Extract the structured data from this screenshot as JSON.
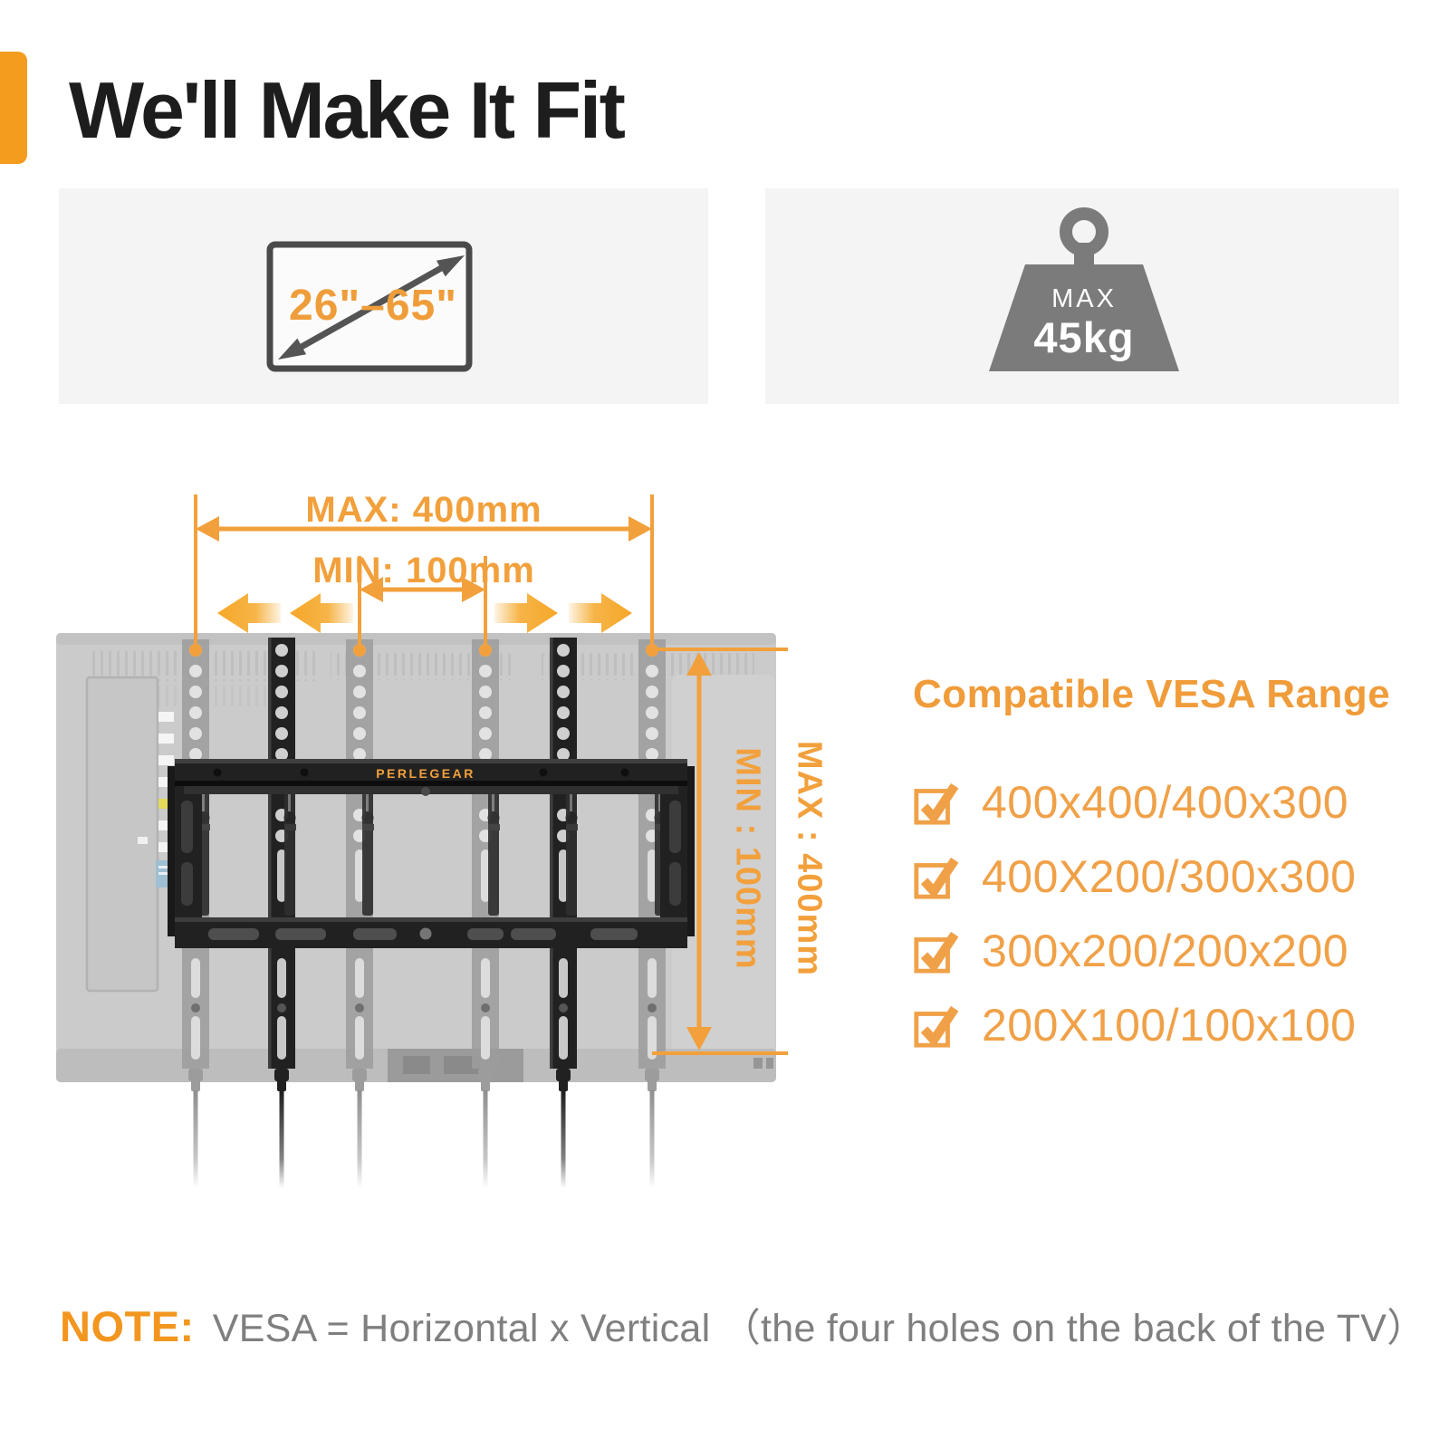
{
  "header": {
    "title": "We'll Make It Fit"
  },
  "screen_size_card": {
    "range_label": "26\"–65\""
  },
  "weight_card": {
    "max_label": "MAX",
    "weight_label": "45kg"
  },
  "diagram": {
    "brand": "PERLEGEAR",
    "horizontal_max": "MAX: 400mm",
    "horizontal_min": "MIN: 100mm",
    "vertical_min": "MIN : 100mm",
    "vertical_max": "MAX : 400mm"
  },
  "vesa": {
    "heading": "Compatible VESA Range",
    "items": [
      "400x400/400x300",
      "400X200/300x300",
      "300x200/200x200",
      "200X100/100x100"
    ]
  },
  "note": {
    "label": "NOTE:",
    "text": "VESA = Horizontal x Vertical （the four holes on the back of the TV）"
  },
  "colors": {
    "accent_orange": "#F2A03C",
    "accent_bar": "#F49C1D",
    "icon_gray": "#7B7B7B",
    "screen_outline_gray": "#4A4A4A",
    "note_gray": "#7F7F7F",
    "title_black": "#1D1D1D",
    "card_background": "#F4F4F4",
    "tv_ghost_gray": "#CBCBCB",
    "mount_black": "#212121"
  }
}
